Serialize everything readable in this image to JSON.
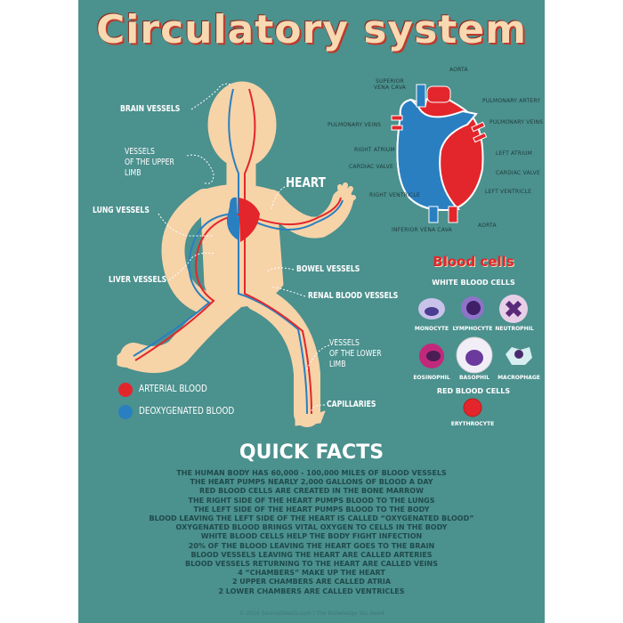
{
  "title": "Circulatory system",
  "colors": {
    "background": "#4b918e",
    "arterial": "#e3262b",
    "deoxygenated": "#2a7fc1",
    "skin": "#f7d3a8",
    "title": "#f7d9b2"
  },
  "body_labels": {
    "brain": "BRAIN VESSELS",
    "upper_limb": "VESSELS\nOF THE UPPER\nLIMB",
    "heart": "HEART",
    "lung": "LUNG VESSELS",
    "liver": "LIVER VESSELS",
    "bowel": "BOWEL VESSELS",
    "renal": "RENAL BLOOD VESSELS",
    "lower_limb": "VESSELS\nOF THE LOWER\nLIMB",
    "capillaries": "CAPILLARIES"
  },
  "legend": [
    {
      "label": "ARTERIAL BLOOD",
      "color": "#e3262b"
    },
    {
      "label": "DEOXYGENATED BLOOD",
      "color": "#2a7fc1"
    }
  ],
  "heart_labels": {
    "aorta_top": "AORTA",
    "superior_vena_cava": "SUPERIOR\nVENA CAVA",
    "pulmonary_artery": "PULMONARY ARTERY",
    "pulmonary_veins_left": "PULMONARY VEINS",
    "pulmonary_veins_right": "PULMONARY VEINS",
    "right_atrium": "RIGHT ATRIUM",
    "cardiac_valve_left": "CARDIAC VALVE",
    "left_atrium": "LEFT ATRIUM",
    "cardiac_valve_right": "CARDIAC VALVE",
    "right_ventricle": "RIGHT VENTRICLE",
    "left_ventricle": "LEFT VENTRICLE",
    "inferior_vena_cava": "INFERIOR VENA CAVA",
    "aorta_bottom": "AORTA"
  },
  "blood_cells": {
    "title": "Blood cells",
    "white_title": "WHITE BLOOD CELLS",
    "white": [
      "MONOCYTE",
      "LYMPHOCYTE",
      "NEUTROPHIL",
      "EOSINOPHIL",
      "BASOPHIL",
      "MACROPHAGE"
    ],
    "red_title": "RED BLOOD CELLS",
    "red": [
      "ERYTHROCYTE"
    ]
  },
  "quick_facts": {
    "title": "QUICK FACTS",
    "items": [
      "THE HUMAN BODY HAS 60,000 - 100,000 MILES OF BLOOD VESSELS",
      "THE HEART PUMPS NEARLY 2,000 GALLONS OF BLOOD A DAY",
      "RED BLOOD CELLS ARE CREATED IN THE BONE MARROW",
      "THE RIGHT SIDE OF THE HEART PUMPS BLOOD TO THE LUNGS",
      "THE LEFT SIDE OF THE HEART PUMPS BLOOD TO THE BODY",
      "BLOOD LEAVING THE LEFT SIDE OF THE HEART IS CALLED “OXYGENATED BLOOD”",
      "OXYGENATED BLOOD BRINGS VITAL OXYGEN TO CELLS IN THE BODY",
      "WHITE BLOOD CELLS HELP THE BODY FIGHT INFECTION",
      "20% OF THE BLOOD LEAVING THE HEART GOES TO THE BRAIN",
      "BLOOD VESSELS LEAVING THE HEART ARE CALLED ARTERIES",
      "BLOOD VESSELS RETURNING TO THE HEART ARE CALLED VEINS",
      "4 “CHAMBERS” MAKE UP THE HEART",
      "2 UPPER CHAMBERS ARE CALLED ATRIA",
      "2 LOWER CHAMBERS ARE CALLED VENTRICLES"
    ]
  },
  "footer": "© 2016 SourceSheets.com | The Knowledge You Need"
}
